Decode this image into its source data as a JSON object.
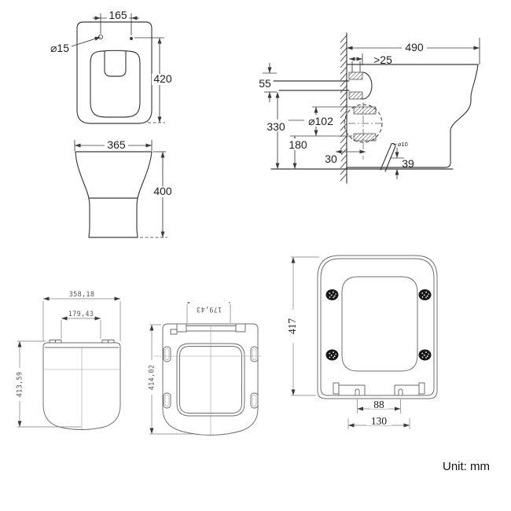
{
  "drawing": {
    "unit_label": "Unit: mm",
    "pan_top_view": {
      "hole_spacing": "165",
      "hole_diameter": "⌀15",
      "depth": "420"
    },
    "pan_front_view": {
      "width": "365",
      "height": "400"
    },
    "pan_side_view": {
      "install_depth": "490",
      "inlet_wall_clearance": ">25",
      "inlet_height_range": "55",
      "inlet_height": "330",
      "outlet_diameter": "⌀102",
      "outlet_height": "180",
      "outlet_wall_offset": "30",
      "fixing_hole_height": "39",
      "fixing_hole_diameter": "⌀10"
    },
    "seat_cover_view": {
      "width": "358,18",
      "hinge_width": "179,43",
      "depth": "413,59"
    },
    "seat_ring_view": {
      "hinge_width": "179,43",
      "depth": "414,02"
    },
    "seat_underside_view": {
      "depth": "417",
      "hinge_pin_spacing": "88",
      "hinge_bracket_spacing": "130"
    }
  }
}
